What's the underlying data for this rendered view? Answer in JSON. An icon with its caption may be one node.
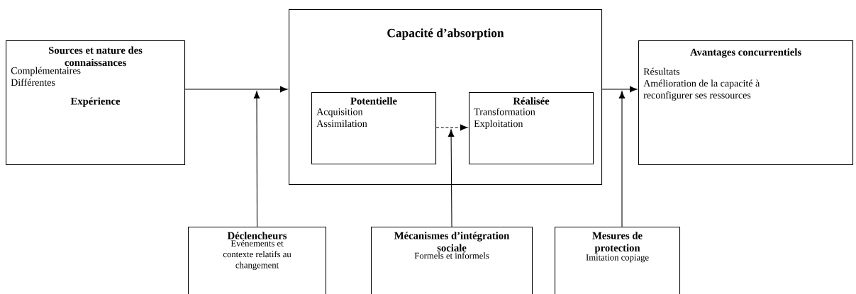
{
  "diagram": {
    "nodes": [
      {
        "text": [
          "Sources et nature des connaissances",
          "Complémentaires",
          "Différentes",
          "Expérience"
        ]
      },
      {
        "text": [
          "Capacité d’absorption"
        ]
      },
      {
        "text": [
          "Potentielle",
          "Acquisition",
          "Assimilation"
        ],
        "in": 1
      },
      {
        "text": [
          "Réalisée",
          "Transformation",
          "Exploitation"
        ],
        "in": 1
      },
      {
        "text": [
          "Avantages concurrentiels",
          "Résultats",
          "Amélioration de la capacité à reconfigurer ses ressources"
        ]
      },
      {
        "text": [
          "Déclencheurs",
          "Evénements et contexte relatifs au changement"
        ]
      },
      {
        "text": [
          "Mécanismes d’intégration sociale",
          "Formels et informels"
        ]
      },
      {
        "text": [
          "Mesures de protection",
          "Imitation copiage"
        ]
      }
    ],
    "edges": [
      {
        "from": 0,
        "to": 1,
        "arrow": "to"
      },
      {
        "from": 2,
        "to": 3,
        "arrow": "to",
        "style": "dashed"
      },
      {
        "from": 1,
        "to": 4,
        "arrow": "to"
      },
      {
        "from": 5,
        "to": null,
        "arrow": "to"
      },
      {
        "from": 6,
        "to": null,
        "arrow": "to"
      },
      {
        "from": 7,
        "to": null,
        "arrow": "to"
      }
    ]
  }
}
